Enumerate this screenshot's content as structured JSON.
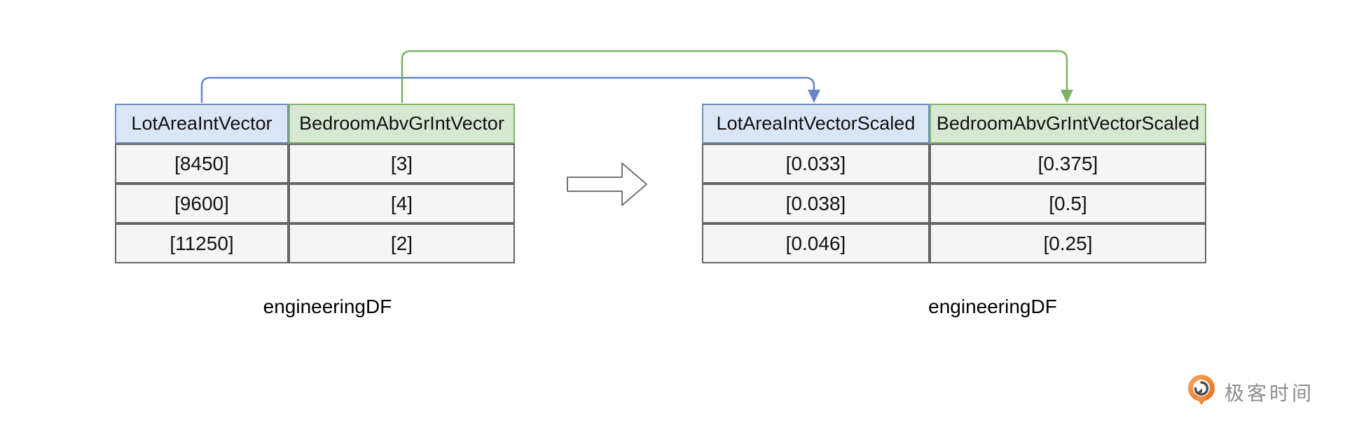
{
  "diagram": {
    "left_table": {
      "caption": "engineeringDF",
      "columns": [
        {
          "label": "LotAreaIntVector",
          "header_color": "#dae5f6",
          "border_color": "#6c8ebf"
        },
        {
          "label": "BedroomAbvGrIntVector",
          "header_color": "#d7e8d2",
          "border_color": "#82b366"
        }
      ],
      "rows": [
        [
          "[8450]",
          "[3]"
        ],
        [
          "[9600]",
          "[4]"
        ],
        [
          "[11250]",
          "[2]"
        ]
      ]
    },
    "right_table": {
      "caption": "engineeringDF",
      "columns": [
        {
          "label": "LotAreaIntVectorScaled",
          "header_color": "#dae5f6",
          "border_color": "#6c8ebf"
        },
        {
          "label": "BedroomAbvGrIntVectorScaled",
          "header_color": "#d7e8d2",
          "border_color": "#82b366"
        }
      ],
      "rows": [
        [
          "[0.033]",
          "[0.375]"
        ],
        [
          "[0.038]",
          "[0.5]"
        ],
        [
          "[0.046]",
          "[0.25]"
        ]
      ]
    },
    "connectors": [
      {
        "name": "lot-area-scaling-arrow",
        "color": "#6585c8",
        "from": "LotAreaIntVector",
        "to": "LotAreaIntVectorScaled"
      },
      {
        "name": "bedroom-scaling-arrow",
        "color": "#7db163",
        "from": "BedroomAbvGrIntVector",
        "to": "BedroomAbvGrIntVectorScaled"
      }
    ],
    "transform_arrow": {
      "direction": "right"
    }
  },
  "footer": {
    "brand_text": "极客时间",
    "brand_text_color": "#8c8c8c",
    "brand_icon_color": "#ed7c31"
  },
  "colors": {
    "row_fill": "#f5f5f5",
    "row_stroke": "#666666",
    "background": "#ffffff"
  }
}
